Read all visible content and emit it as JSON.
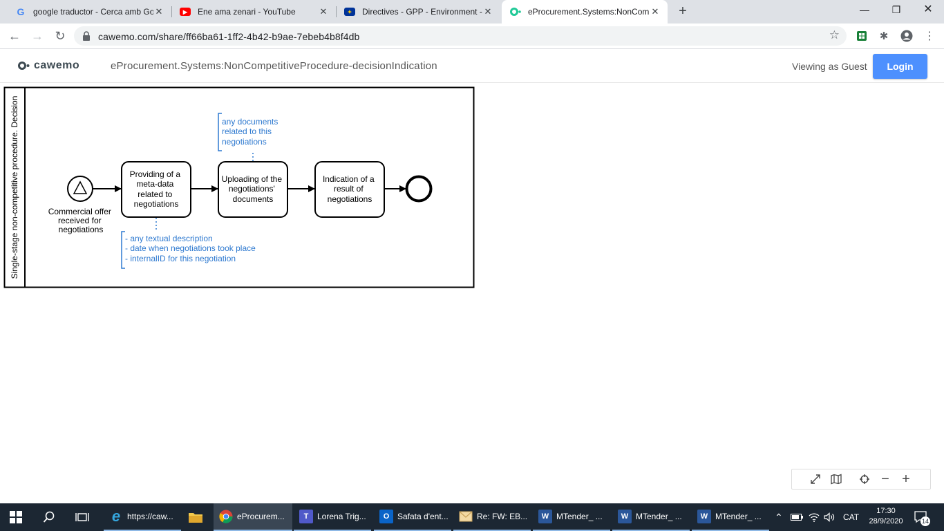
{
  "browser": {
    "tabs": [
      {
        "title": "google traductor - Cerca amb Go",
        "icon": "google-icon",
        "active": false
      },
      {
        "title": "Ene ama zenari - YouTube",
        "icon": "youtube-icon",
        "active": false
      },
      {
        "title": "Directives - GPP - Environment -",
        "icon": "eu-flag-icon",
        "active": false
      },
      {
        "title": "eProcurement.Systems:NonComp",
        "icon": "cawemo-icon",
        "active": true
      }
    ],
    "url": "cawemo.com/share/ff66ba61-1ff2-4b42-b9ae-7ebeb4b8f4db"
  },
  "app": {
    "brand": "cawemo",
    "doc_title": "eProcurement.Systems:NonCompetitiveProcedure-decisionIndication",
    "viewing_as": "Viewing as Guest",
    "login_label": "Login",
    "accent_color": "#4d90fe"
  },
  "diagram": {
    "pool_label": "Single-stage non-competitive procedure. Decision",
    "start_event_label": [
      "Commercial offer",
      "received for",
      "negotiations"
    ],
    "tasks": [
      {
        "lines": [
          "Providing of a",
          "meta-data",
          "related to",
          "negotiations"
        ]
      },
      {
        "lines": [
          "Uploading of the",
          "negotiations'",
          "documents"
        ]
      },
      {
        "lines": [
          "Indication of a",
          "result of",
          "negotiations"
        ]
      }
    ],
    "annotation_top": [
      "any documents",
      "related to this",
      "negotiations"
    ],
    "annotation_bottom": [
      "- any textual description",
      "- date when negotiations took place",
      "- internalID for this negotiation"
    ],
    "annotation_color": "#2f7ad0"
  },
  "taskbar": {
    "apps": [
      {
        "label": "https://caw...",
        "icon": "ie-icon"
      },
      {
        "label": "eProcurem...",
        "icon": "chrome-icon"
      },
      {
        "label": "Lorena Trig...",
        "icon": "teams-icon"
      },
      {
        "label": "Safata d'ent...",
        "icon": "outlook-icon"
      },
      {
        "label": "Re: FW: EB...",
        "icon": "mail-icon"
      },
      {
        "label": "MTender_ ...",
        "icon": "word-icon"
      },
      {
        "label": "MTender_ ...",
        "icon": "word-icon"
      },
      {
        "label": "MTender_ ...",
        "icon": "word-icon"
      }
    ],
    "language": "CAT",
    "time": "17:30",
    "date": "28/9/2020",
    "notifications": "14"
  }
}
